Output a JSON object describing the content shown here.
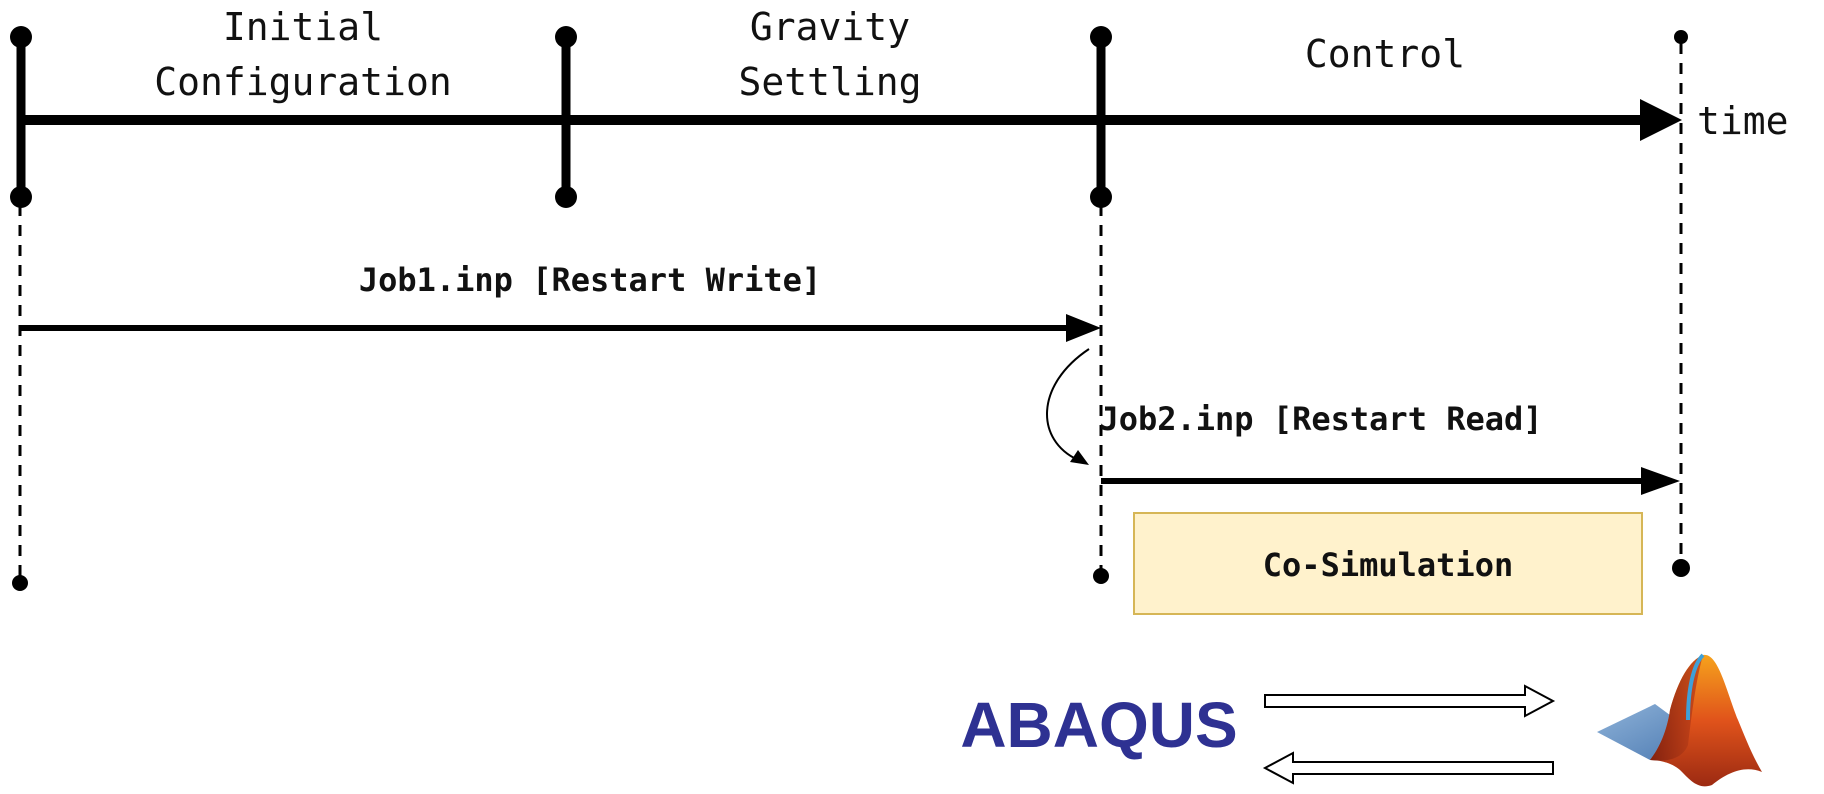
{
  "phases": {
    "initial_line1": "Initial",
    "initial_line2": "Configuration",
    "gravity_line1": "Gravity",
    "gravity_line2": "Settling",
    "control": "Control"
  },
  "axis_label": "time",
  "jobs": {
    "job1": "Job1.inp [Restart Write]",
    "job2": "Job2.inp [Restart Read]"
  },
  "cosim_label": "Co-Simulation",
  "brand_text": "ABAQUS",
  "icons": [
    "matlab-logo-icon",
    "data-exchange-arrows"
  ],
  "colors": {
    "ink": "#000000",
    "brand_blue": "#2e3192",
    "cosim_fill": "#fff2cc",
    "cosim_border": "#d6b656"
  }
}
